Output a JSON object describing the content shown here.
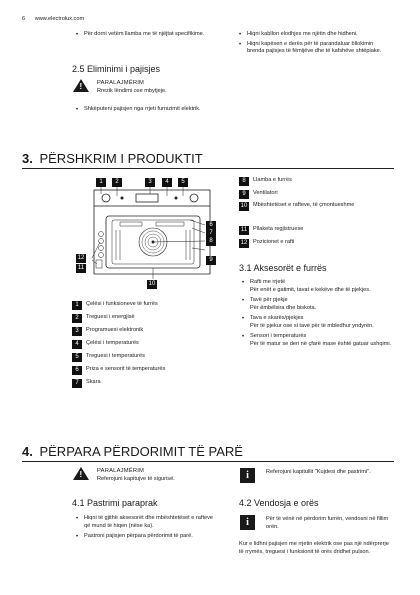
{
  "header": {
    "page_number": "6",
    "site": "www.electrolux.com"
  },
  "top_left_bullets": [
    "Për dorni vetëm llamba me të njëjtat specifikime."
  ],
  "top_right_bullets": [
    "Hiqni kabllon elodhjes me njëtin dhe hidheni.",
    "Hiqni kapësen e derës për të parandaluar bllokimin brenda pajisjes të fëmijëve dhe të kafshëve shtëpiake."
  ],
  "s25": {
    "title": "2.5 Eliminimi i pajisjes",
    "warning_title": "PARALAJMËRIM",
    "warning_text": "Rrezik lëndimi ose mbytjeje.",
    "bullets": [
      "Shkëputeni pajisjen nga rrjeti furnizimit elektrik."
    ]
  },
  "s3": {
    "number": "3.",
    "title": "PËRSHKRIM I PRODUKTIT"
  },
  "diagram": {
    "top_labels": [
      "1",
      "2",
      "3",
      "4",
      "5"
    ],
    "right_labels": [
      "6",
      "7",
      "8",
      "9"
    ],
    "left_labels": [
      "12",
      "11"
    ],
    "bottom_label": "10"
  },
  "legend_left": [
    {
      "n": "1",
      "text": "Çelësi i funksioneve të furrës"
    },
    {
      "n": "2",
      "text": "Treguesi i energjisë"
    },
    {
      "n": "3",
      "text": "Programuesi elektronik"
    },
    {
      "n": "4",
      "text": "Çelësi i temperaturës"
    },
    {
      "n": "5",
      "text": "Treguesi i temperaturës"
    },
    {
      "n": "6",
      "text": "Priza e sensorit të temperaturës"
    },
    {
      "n": "7",
      "text": "Skara"
    }
  ],
  "legend_right": [
    {
      "n": "8",
      "text": "Llamba e furrës"
    },
    {
      "n": "9",
      "text": "Ventilatori"
    },
    {
      "n": "10",
      "text": "Mbështetëset e rafteve, të çmontueshme"
    },
    {
      "n": "11",
      "text": "Pllaketa regjistruese"
    },
    {
      "n": "12",
      "text": "Pozicionet e rafti"
    }
  ],
  "s31": {
    "title": "3.1 Aksesorët e furrës",
    "items": [
      {
        "name": "Rafti me rrjetë",
        "desc": "Për enët e gatimit, tavat e kekëve dhe të pjekjes."
      },
      {
        "name": "Tavë për pjekje",
        "desc": "Për ëmbëlsira dhe biskota."
      },
      {
        "name": "Tava e skarës/pjekjes",
        "desc": "Për të pjekur ose si tavë për të mbledhur yndyrën."
      },
      {
        "name": "Sensori i temperaturës",
        "desc": "Për të matur se deri në çfarë mase është gatuar ushqimi."
      }
    ]
  },
  "s4": {
    "number": "4.",
    "title": "PËRPARA PËRDORIMIT TË PARË",
    "warning_title": "PARALAJMËRIM",
    "warning_text": "Referojuni kapitujve të sigurisë.",
    "info_text": "Referojuni kapitullit \"Kujdesi dhe pastrimi\"."
  },
  "s41": {
    "title": "4.1 Pastrimi paraprak",
    "bullets": [
      "Hiqni të gjithë aksesorët dhe mbështetëset e rafteve që mund të hiqen (nëse ka).",
      "Pastroni pajisjen përpara përdorimit të parë."
    ]
  },
  "s42": {
    "title": "4.2 Vendosja e orës",
    "info_text": "Për të vënë në përdorim furrën, vendosni në fillim orën.",
    "body": "Kur e lidhni pajisjen me rrjetin elektrik ose pas një ndërprerje të rrymës, treguesi i funksionit të orës dridhet pulson."
  }
}
